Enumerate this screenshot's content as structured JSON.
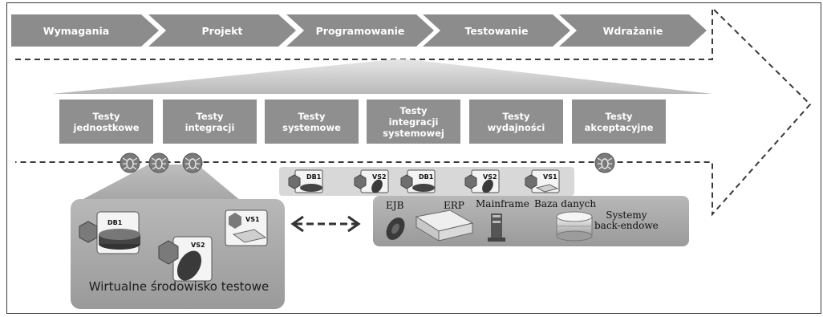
{
  "phases": [
    "Wymagania",
    "Projekt",
    "Programowanie",
    "Testowanie",
    "Wdrażanie"
  ],
  "tests": [
    {
      "line1": "Testy",
      "line2": "jednostkowe",
      "line3": ""
    },
    {
      "line1": "Testy",
      "line2": "integracji",
      "line3": ""
    },
    {
      "line1": "Testy",
      "line2": "systemowe",
      "line3": ""
    },
    {
      "line1": "Testy",
      "line2": "integracji",
      "line3": "systemowej"
    },
    {
      "line1": "Testy",
      "line2": "wydajności",
      "line3": ""
    },
    {
      "line1": "Testy",
      "line2": "akceptacyjne",
      "line3": ""
    }
  ],
  "virtual_env": {
    "label": "Wirtualne środowisko testowe",
    "components": [
      "DB1",
      "VS2",
      "VS1"
    ]
  },
  "strip_components": [
    "DB1",
    "VS2",
    "DB1",
    "VS2",
    "VS1"
  ],
  "backend": {
    "ejb": "EJB",
    "erp": "ERP",
    "mainframe": "Mainframe",
    "database": "Baza danych",
    "systems_line1": "Systemy",
    "systems_line2": "back-endowe"
  },
  "colors": {
    "phase_fill": "#8c8c8c",
    "test_box": "#8f8f8f",
    "panel": "#a8a8a8",
    "bug_circle": "#7a7a7a",
    "dashed": "#3a3a3a"
  }
}
